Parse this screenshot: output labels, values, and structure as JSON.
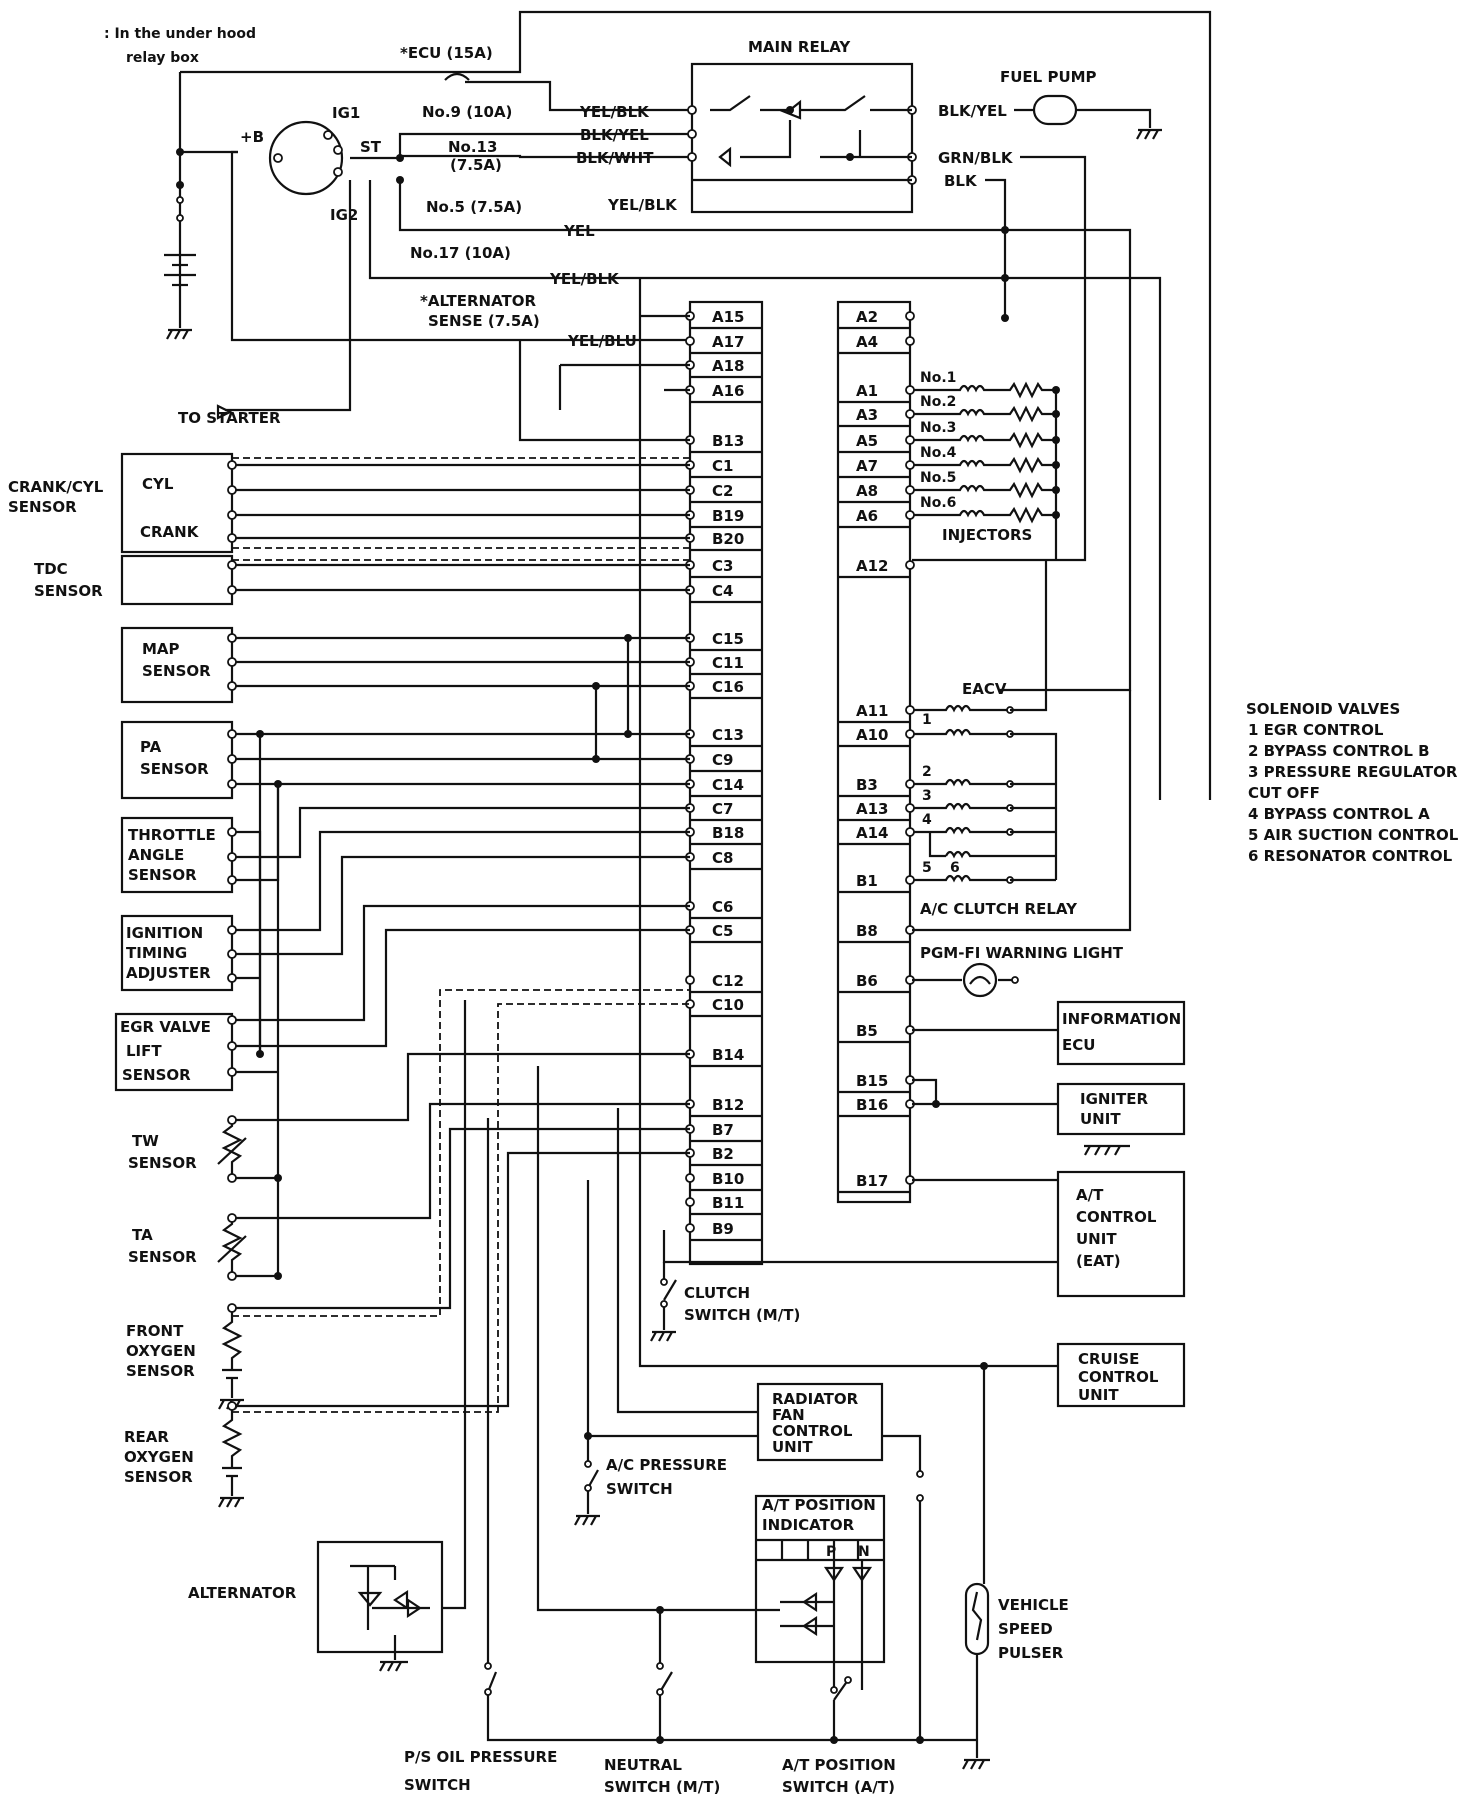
{
  "notes": {
    "relay_box": ": In the under hood",
    "relay_box2": "relay box"
  },
  "fuses": {
    "ecu": "*ECU (15A)",
    "no9": "No.9 (10A)",
    "no13a": "No.13",
    "no13b": "(7.5A)",
    "no5": "No.5 (7.5A)",
    "no17": "No.17 (10A)",
    "alt_a": "*ALTERNATOR",
    "alt_b": "SENSE (7.5A)"
  },
  "switch": {
    "ig1": "IG1",
    "b": "+B",
    "st": "ST",
    "ig2": "IG2"
  },
  "relay": {
    "title": "MAIN RELAY",
    "fuel_pump": "FUEL PUMP"
  },
  "wires": {
    "yel_blk": "YEL/BLK",
    "blk_yel": "BLK/YEL",
    "blk_wht": "BLK/WHT",
    "yel_blk2": "YEL/BLK",
    "yel": "YEL",
    "yel_blk3": "YEL/BLK",
    "yel_blu": "YEL/BLU",
    "blk_yel_r": "BLK/YEL",
    "grn_blk": "GRN/BLK",
    "blk": "BLK"
  },
  "pins_left": [
    "A15",
    "A17",
    "A18",
    "A16",
    "B13",
    "C1",
    "C2",
    "B19",
    "B20",
    "C3",
    "C4",
    "C15",
    "C11",
    "C16",
    "C13",
    "C9",
    "C14",
    "C7",
    "B18",
    "C8",
    "C6",
    "C5",
    "C12",
    "C10",
    "B14",
    "B12",
    "B7",
    "B2",
    "B10",
    "B11",
    "B9"
  ],
  "pins_right": [
    "A2",
    "A4",
    "A1",
    "A3",
    "A5",
    "A7",
    "A8",
    "A6",
    "A12",
    "A11",
    "A10",
    "B3",
    "A13",
    "A14",
    "B1",
    "B8",
    "B6",
    "B5",
    "B15",
    "B16",
    "B17"
  ],
  "injectors": {
    "labels": [
      "No.1",
      "No.2",
      "No.3",
      "No.4",
      "No.5",
      "No.6"
    ],
    "title": "INJECTORS"
  },
  "eacv": "EACV",
  "valve_nums": [
    "1",
    "2",
    "3",
    "4",
    "5",
    "6"
  ],
  "solenoid_legend": {
    "title": "SOLENOID VALVES",
    "items": [
      "1  EGR CONTROL",
      "2  BYPASS CONTROL B",
      "3  PRESSURE REGULATOR",
      "    CUT OFF",
      "4  BYPASS CONTROL A",
      "5  AIR SUCTION CONTROL",
      "6  RESONATOR CONTROL"
    ]
  },
  "outputs": {
    "ac_clutch": "A/C CLUTCH RELAY",
    "pgm_fi": "PGM-FI WARNING LIGHT",
    "info_a": "INFORMATION",
    "info_b": "ECU",
    "igniter_a": "IGNITER",
    "igniter_b": "UNIT",
    "at_a": "A/T",
    "at_b": "CONTROL",
    "at_c": "UNIT",
    "at_d": "(EAT)",
    "cruise_a": "CRUISE",
    "cruise_b": "CONTROL",
    "cruise_c": "UNIT"
  },
  "sensors": {
    "to_starter": "TO STARTER",
    "crank_cyl_a": "CRANK/CYL",
    "crank_cyl_b": "SENSOR",
    "cyl": "CYL",
    "crank": "CRANK",
    "tdc_a": "TDC",
    "tdc_b": "SENSOR",
    "map_a": "MAP",
    "map_b": "SENSOR",
    "pa_a": "PA",
    "pa_b": "SENSOR",
    "tps_a": "THROTTLE",
    "tps_b": "ANGLE",
    "tps_c": "SENSOR",
    "ita_a": "IGNITION",
    "ita_b": "TIMING",
    "ita_c": "ADJUSTER",
    "egr_a": "EGR VALVE",
    "egr_b": "LIFT",
    "egr_c": "SENSOR",
    "tw_a": "TW",
    "tw_b": "SENSOR",
    "ta_a": "TA",
    "ta_b": "SENSOR",
    "fo2_a": "FRONT",
    "fo2_b": "OXYGEN",
    "fo2_c": "SENSOR",
    "ro2_a": "REAR",
    "ro2_b": "OXYGEN",
    "ro2_c": "SENSOR",
    "alternator": "ALTERNATOR"
  },
  "bottom": {
    "clutch_a": "CLUTCH",
    "clutch_b": "SWITCH (M/T)",
    "rad_a": "RADIATOR",
    "rad_b": "FAN",
    "rad_c": "CONTROL",
    "rad_d": "UNIT",
    "acp_a": "A/C PRESSURE",
    "acp_b": "SWITCH",
    "atpi_a": "A/T POSITION",
    "atpi_b": "INDICATOR",
    "p": "P",
    "n": "N",
    "vsp_a": "VEHICLE",
    "vsp_b": "SPEED",
    "vsp_c": "PULSER",
    "ps_a": "P/S OIL PRESSURE",
    "ps_b": "SWITCH",
    "neutral_a": "NEUTRAL",
    "neutral_b": "SWITCH (M/T)",
    "atps_a": "A/T POSITION",
    "atps_b": "SWITCH (A/T)"
  }
}
